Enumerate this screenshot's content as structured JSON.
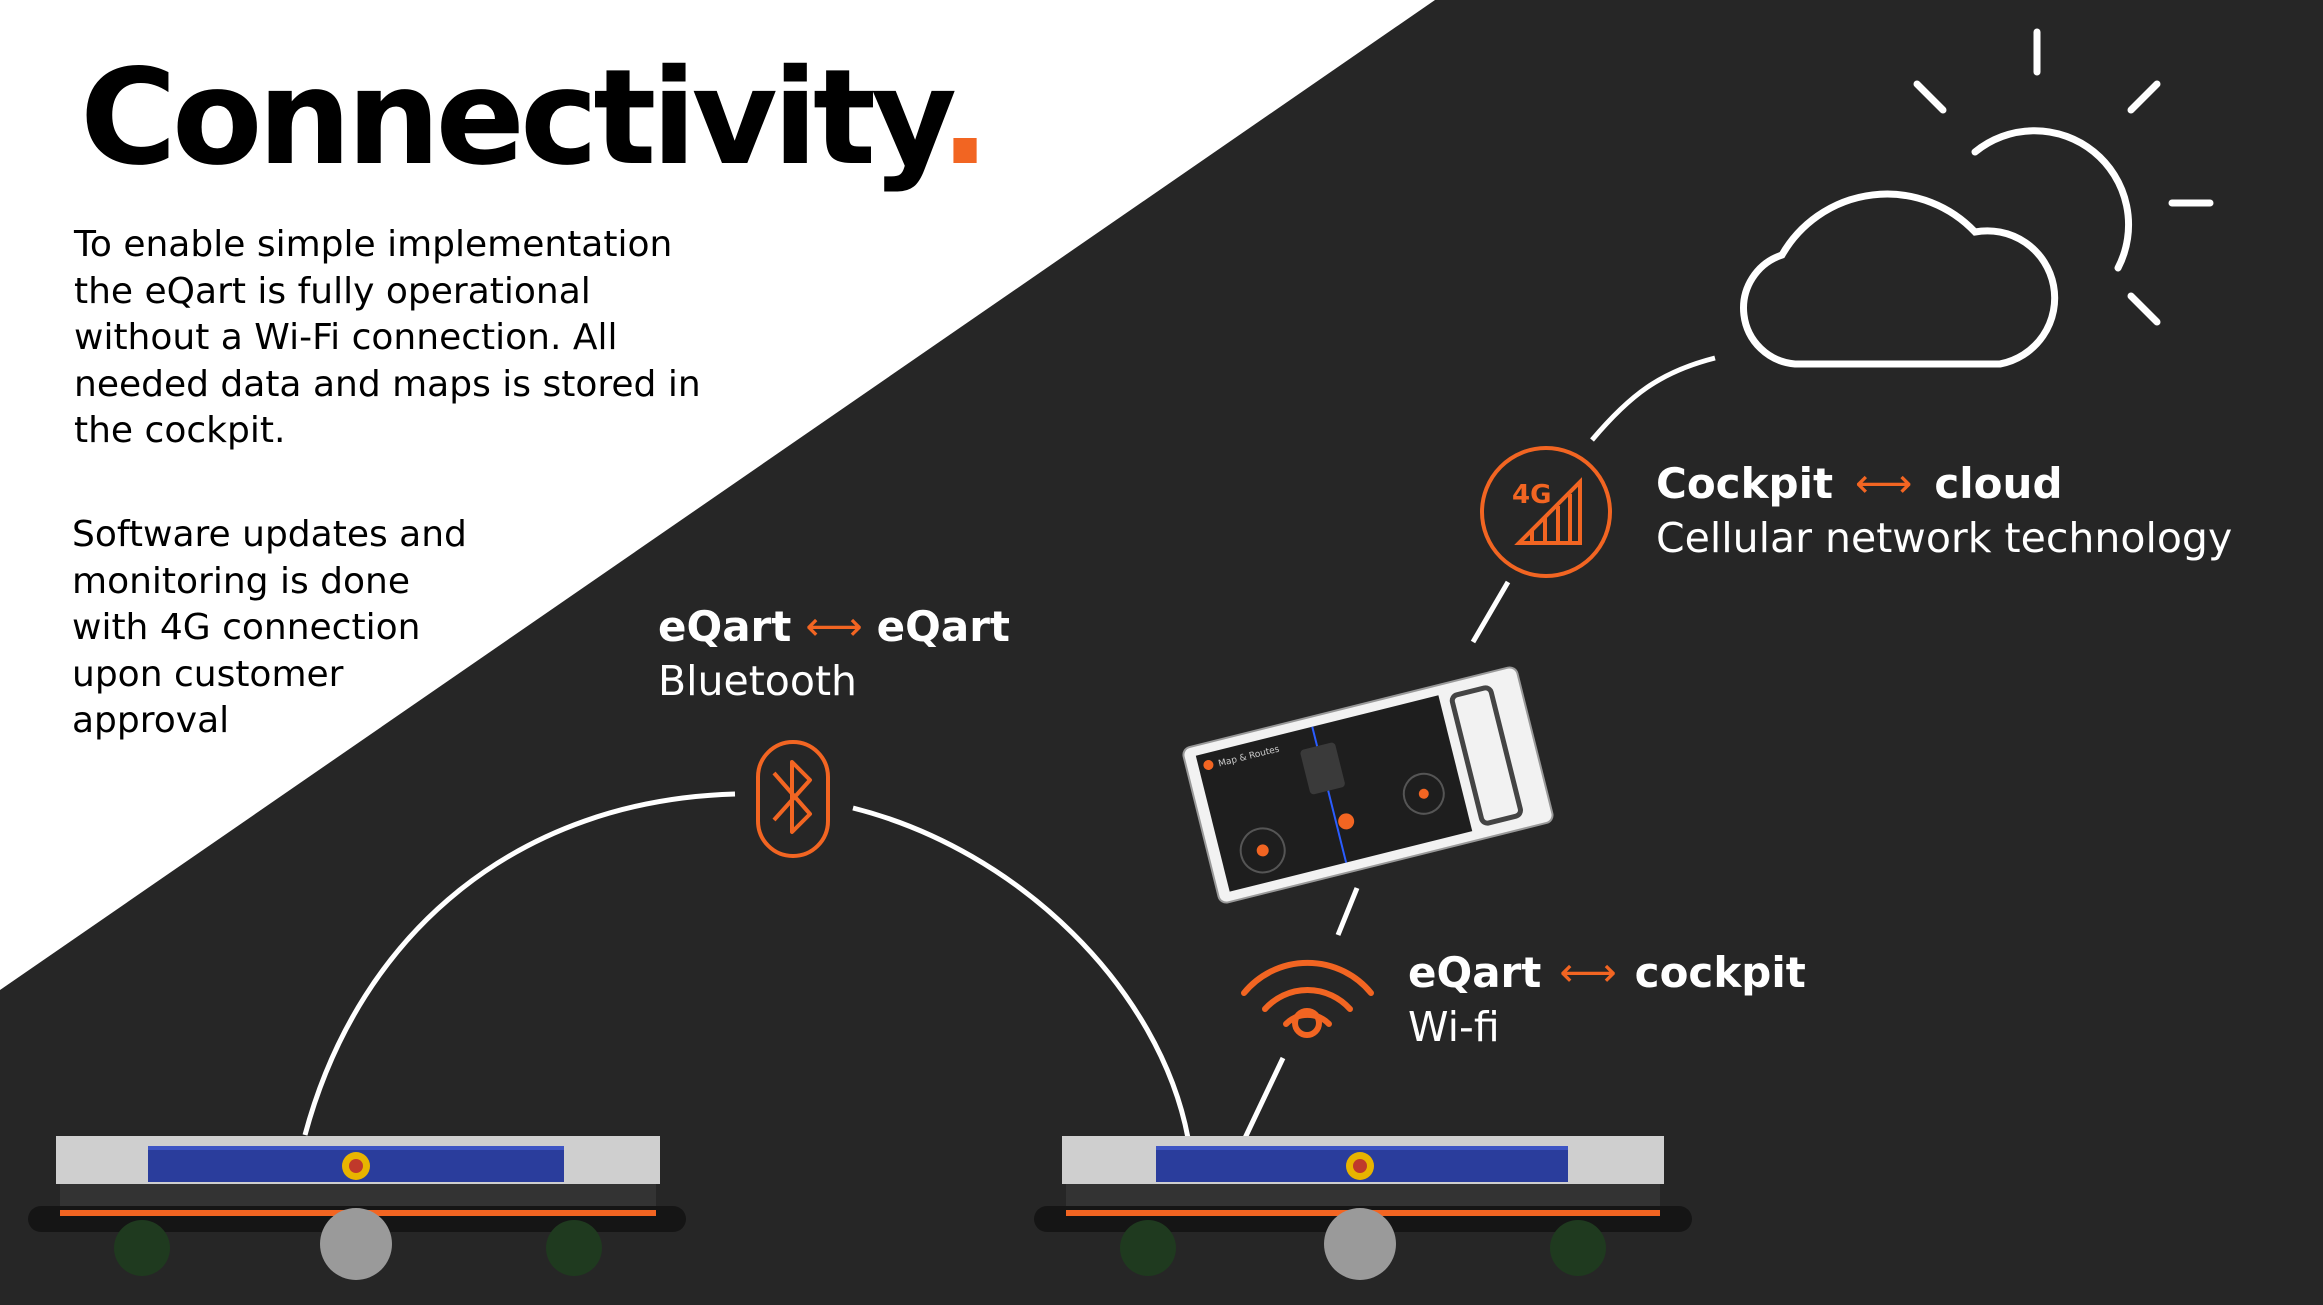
{
  "title": {
    "text": "Connectivity",
    "dot": "."
  },
  "intro": {
    "paragraph1": [
      "To enable simple implementation",
      "the eQart is fully operational",
      "without a Wi-Fi connection. All",
      "needed data and maps is stored in",
      "the cockpit."
    ],
    "paragraph2": [
      "Software updates and",
      "monitoring is done",
      "with 4G connection",
      "upon customer",
      "approval"
    ]
  },
  "links": {
    "bluetooth": {
      "left": "eQart",
      "arrow": "⟷",
      "right": "eQart",
      "tech": "Bluetooth",
      "icon": "bluetooth-icon"
    },
    "cellular": {
      "left": "Cockpit",
      "arrow": "⟷",
      "right": "cloud",
      "tech": "Cellular network technology",
      "icon": "4g-signal-icon",
      "badge": "4G"
    },
    "wifi": {
      "left": "eQart",
      "arrow": "⟷",
      "right": "cockpit",
      "tech": "Wi-fi",
      "icon": "wifi-icon"
    }
  },
  "tablet": {
    "screen_title": "Map & Routes"
  },
  "colors": {
    "accent": "#f26522",
    "dark_background": "#262626",
    "light_background": "#ffffff",
    "cart_blue": "#2a3d9c"
  }
}
